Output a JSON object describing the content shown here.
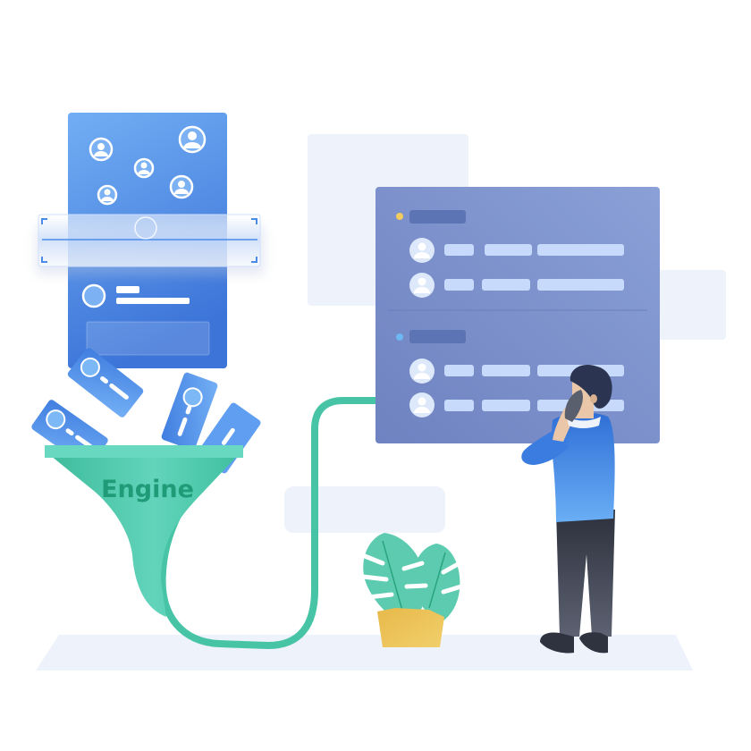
{
  "illustration": {
    "subject": "data-funnel-to-dashboard",
    "funnel": {
      "label": "Engine",
      "color_top": "#62d4bd",
      "color_body": "#45c3a4",
      "label_color": "#1f9b78"
    },
    "pipe": {
      "color": "#47c4a6"
    },
    "profile_card": {
      "color_top": "#6aa8f2",
      "color_bottom": "#3e78da",
      "avatar_count": 5,
      "scanner": {
        "icon": "scan-frame-icon"
      }
    },
    "falling_cards": {
      "count": 4,
      "color": "#4f8ae6"
    },
    "dashboard": {
      "background": "#7d91cc",
      "sections": [
        {
          "dot_color": "#f3cc5e",
          "rows": 2
        },
        {
          "dot_color": "#6cb8f5",
          "rows": 2
        }
      ],
      "row_bar_color": "#c8dafb",
      "header_bar_color": "#5c74b3"
    },
    "person": {
      "sweater_color": "#3a7ce0",
      "pants_color": "#3a3f4d",
      "hair_color": "#2b3450",
      "action": "talking-on-phone"
    },
    "plant": {
      "pot_color": "#e9c057",
      "leaf_color": "#5ccbb0"
    },
    "floor_color": "#eef2fb",
    "background_panels_color": "#eef3fb"
  }
}
